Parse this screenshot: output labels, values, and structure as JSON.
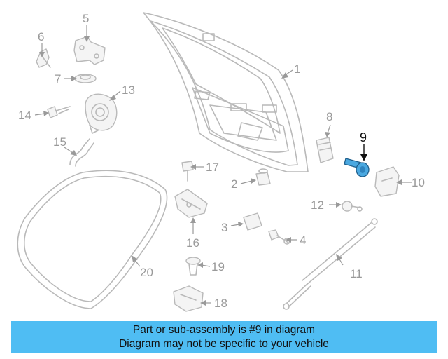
{
  "highlight_color": "#4aa8e0",
  "banner_color": "#4fbdf3",
  "callouts": {
    "c1": "1",
    "c2": "2",
    "c3": "3",
    "c4": "4",
    "c5": "5",
    "c6": "6",
    "c7": "7",
    "c8": "8",
    "c9": "9",
    "c10": "10",
    "c11": "11",
    "c12": "12",
    "c13": "13",
    "c14": "14",
    "c15": "15",
    "c16": "16",
    "c17": "17",
    "c18": "18",
    "c19": "19",
    "c20": "20"
  },
  "banner": {
    "line1": "Part or sub-assembly is #9 in diagram",
    "line2": "Diagram may not be specific to your vehicle"
  }
}
